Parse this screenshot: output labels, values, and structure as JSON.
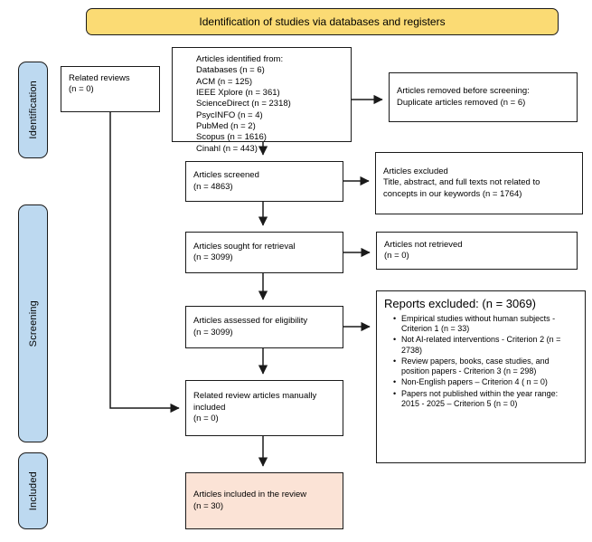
{
  "title": "Identification of studies via databases and registers",
  "sidebar": {
    "identification": "Identification",
    "screening": "Screening",
    "included": "Included"
  },
  "boxes": {
    "related_reviews": {
      "line1": "Related reviews",
      "line2": "(n = 0)"
    },
    "identified": {
      "heading": "Articles identified from:",
      "items": [
        "Databases (n = 6)",
        "ACM (n = 125)",
        "IEEE Xplore (n = 361)",
        "ScienceDirect (n = 2318)",
        "PsycINFO (n = 4)",
        "PubMed (n = 2)",
        "Scopus (n = 1616)",
        "Cinahl (n = 443)"
      ]
    },
    "removed": {
      "line1": "Articles removed before screening:",
      "line2": "Duplicate articles removed (n = 6)"
    },
    "screened": {
      "line1": "Articles screened",
      "line2": "(n = 4863)"
    },
    "excluded": {
      "line1": "Articles excluded",
      "line2": "Title, abstract, and full texts not related to concepts in our keywords (n = 1764)"
    },
    "sought": {
      "line1": "Articles sought for retrieval",
      "line2": "(n = 3099)"
    },
    "not_retrieved": {
      "line1": "Articles not retrieved",
      "line2": "(n = 0)"
    },
    "assessed": {
      "line1": "Articles assessed for eligibility",
      "line2": "(n = 3099)"
    },
    "reports_excluded": {
      "heading": "Reports excluded: (n = 3069)",
      "bullet_char": "•",
      "items": [
        "Empirical studies without human subjects - Criterion 1 (n = 33)",
        "Not AI-related interventions - Criterion 2 (n = 2738)",
        "Review papers, books, case studies, and position papers - Criterion 3 (n = 298)",
        "Non-English papers – Criterion 4 ( n = 0)",
        "Papers not published within the year range: 2015 - 2025  – Criterion 5 (n = 0)"
      ]
    },
    "manually_included": {
      "line1": "Related review articles manually included",
      "line2": "(n = 0)"
    },
    "included_review": {
      "line1": "Articles included in the review",
      "line2": "(n = 30)"
    }
  },
  "colors": {
    "banner_yellow": "#FBDB74",
    "sidebar_blue": "#BDD9F0",
    "included_pink": "#FBE3D6",
    "line_black": "#1a1a1a"
  }
}
